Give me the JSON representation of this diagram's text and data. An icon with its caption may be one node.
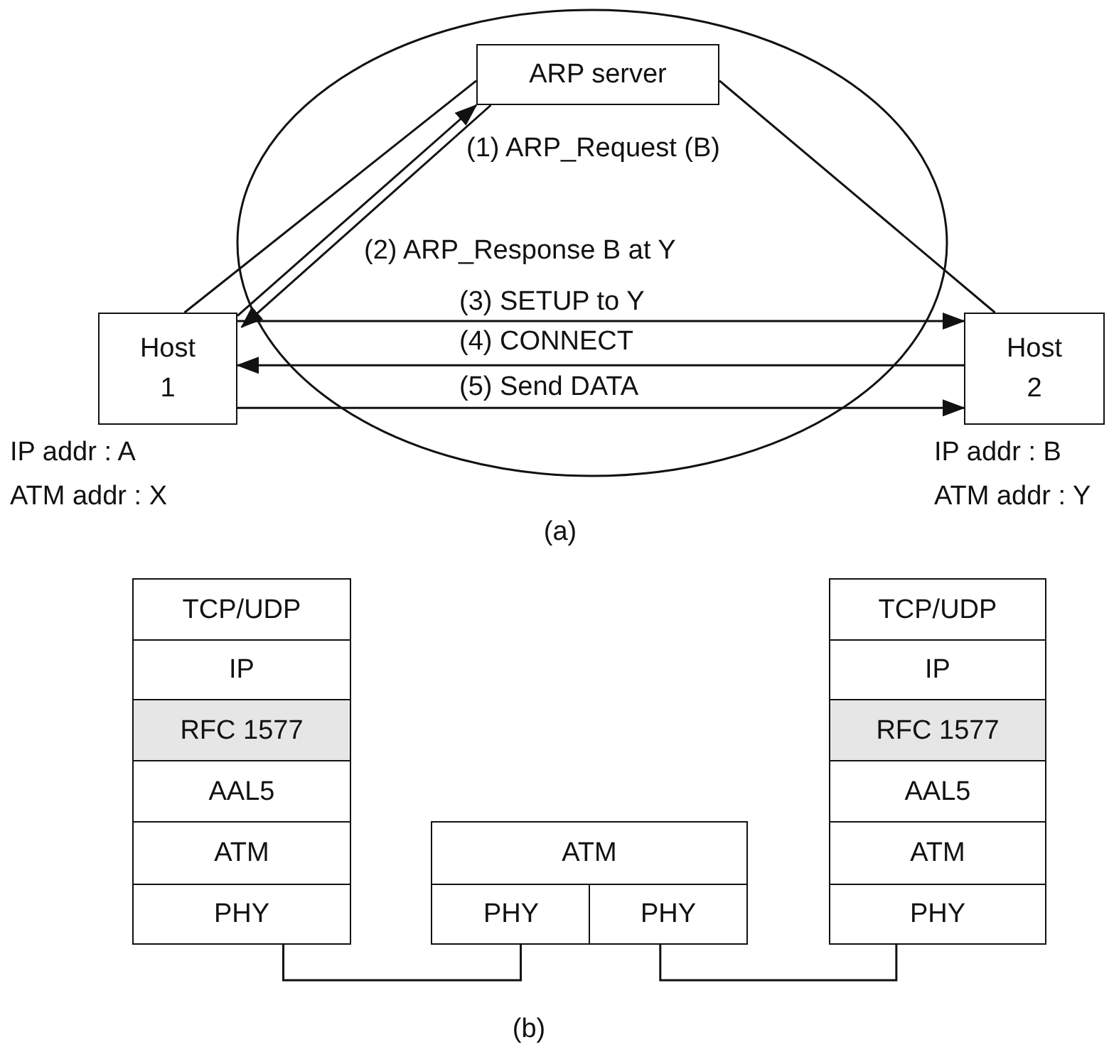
{
  "diagram": {
    "nodes": [
      {
        "text": [],
        "shape": "ellipse"
      },
      {
        "text": [
          "ARP server"
        ],
        "in": 0
      },
      {
        "text": [
          "Host 1"
        ],
        "beside": [
          "IP addr : A",
          "ATM addr : X"
        ]
      },
      {
        "text": [
          "Host 2"
        ],
        "beside": [
          "IP addr : B",
          "ATM addr : Y"
        ]
      },
      {
        "text": [
          "TCP/UDP"
        ]
      },
      {
        "text": [
          "IP"
        ]
      },
      {
        "text": [
          "RFC 1577"
        ]
      },
      {
        "text": [
          "AAL5"
        ]
      },
      {
        "text": [
          "ATM"
        ]
      },
      {
        "text": [
          "PHY"
        ]
      },
      {
        "text": [
          "ATM"
        ]
      },
      {
        "text": [
          "PHY"
        ]
      },
      {
        "text": [
          "PHY"
        ]
      },
      {
        "text": [
          "TCP/UDP"
        ]
      },
      {
        "text": [
          "IP"
        ]
      },
      {
        "text": [
          "RFC 1577"
        ]
      },
      {
        "text": [
          "AAL5"
        ]
      },
      {
        "text": [
          "ATM"
        ]
      },
      {
        "text": [
          "PHY"
        ]
      }
    ],
    "edges": [
      {
        "from": 1,
        "to": 2,
        "arrow": "none"
      },
      {
        "from": 1,
        "to": 3,
        "arrow": "none"
      },
      {
        "from": 2,
        "to": 1,
        "arrow": "to",
        "label": "(1) ARP_Request (B)"
      },
      {
        "from": 1,
        "to": 2,
        "arrow": "to",
        "label": "(2) ARP_Response B at Y"
      },
      {
        "from": 2,
        "to": 3,
        "arrow": "to",
        "label": "(3) SETUP to Y"
      },
      {
        "from": 3,
        "to": 2,
        "arrow": "to",
        "label": "(4) CONNECT"
      },
      {
        "from": 2,
        "to": 3,
        "arrow": "to",
        "label": "(5) Send DATA"
      },
      {
        "from": 9,
        "to": 11,
        "arrow": "none"
      },
      {
        "from": 12,
        "to": 18,
        "arrow": "none"
      }
    ],
    "labels": [
      "(a)",
      "(b)"
    ]
  }
}
